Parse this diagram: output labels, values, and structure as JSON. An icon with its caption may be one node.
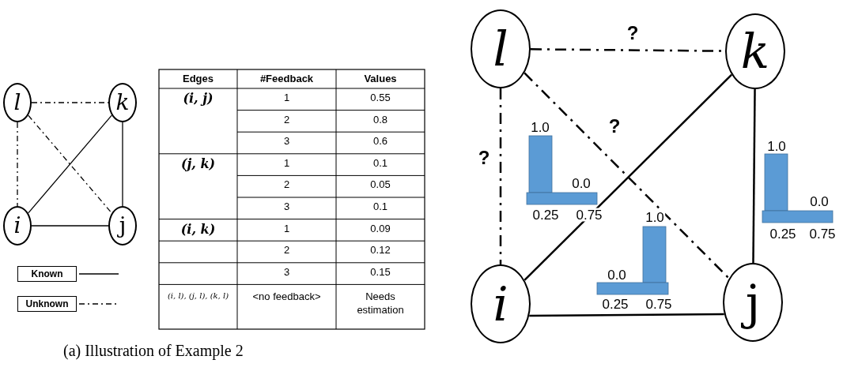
{
  "diagram": {
    "caption": "(a) Illustration of Example 2",
    "nodes": [
      {
        "text": [
          "l"
        ]
      },
      {
        "text": [
          "k"
        ]
      },
      {
        "text": [
          "i"
        ]
      },
      {
        "text": [
          "j"
        ]
      },
      {
        "text": [
          "l"
        ]
      },
      {
        "text": [
          "k"
        ]
      },
      {
        "text": [
          "i"
        ]
      },
      {
        "text": [
          "j"
        ]
      }
    ],
    "edges": [
      {
        "from": 0,
        "to": 1,
        "arrow": "none",
        "style": "dashed"
      },
      {
        "from": 0,
        "to": 3,
        "arrow": "none",
        "style": "dashed"
      },
      {
        "from": 0,
        "to": 2,
        "arrow": "none",
        "style": "dashed"
      },
      {
        "from": 1,
        "to": 2,
        "arrow": "none"
      },
      {
        "from": 1,
        "to": 3,
        "arrow": "none"
      },
      {
        "from": 2,
        "to": 3,
        "arrow": "none"
      },
      {
        "from": 4,
        "to": 5,
        "arrow": "none",
        "style": "dashed",
        "label": "?"
      },
      {
        "from": 4,
        "to": 7,
        "arrow": "none",
        "style": "dashed",
        "label": "?"
      },
      {
        "from": 4,
        "to": 6,
        "arrow": "none",
        "style": "dashed",
        "label": "?"
      },
      {
        "from": 5,
        "to": 6,
        "arrow": "none"
      },
      {
        "from": 5,
        "to": 7,
        "arrow": "none"
      },
      {
        "from": 6,
        "to": 7,
        "arrow": "none"
      }
    ],
    "labels": [
      "Edges",
      "#Feedback",
      "Values",
      "(i, j)",
      "1",
      "0.55",
      "2",
      "0.8",
      "3",
      "0.6",
      "(j, k)",
      "1",
      "0.1",
      "2",
      "0.05",
      "3",
      "0.1",
      "(i, k)",
      "1",
      "0.09",
      "2",
      "0.12",
      "3",
      "0.15",
      "(i, l), (j, l), (k, l)",
      "<no feedback>",
      "Needs estimation",
      "1.0",
      "0.0",
      "0.25",
      "0.75",
      "1.0",
      "0.0",
      "0.25",
      "0.75",
      "1.0",
      "0.0",
      "0.25",
      "0.75"
    ],
    "legend": [
      {
        "text": "Known"
      },
      {
        "text": "Unknown"
      }
    ]
  }
}
